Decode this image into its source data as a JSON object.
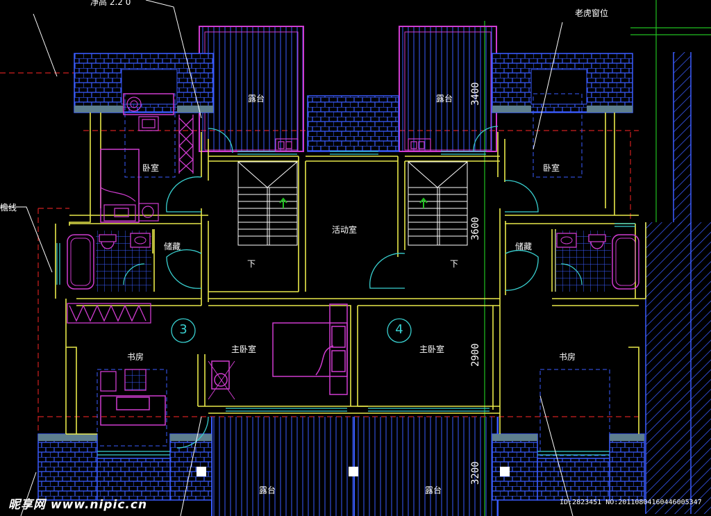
{
  "colors": {
    "wall": "#e8e84a",
    "furniture": "#d03cd0",
    "window": "#39d0d0",
    "hatch_blue": "#3a5cff",
    "dashed_red": "#d02020",
    "axis_green": "#20c020",
    "text": "#ffffff",
    "background": "#000000"
  },
  "labels": {
    "top_left_note": "净高    2.2    0",
    "dormer_note": "老虎窗位",
    "left_edge_note": "檐线",
    "balcony_top_left": "露台",
    "balcony_top_right": "露台",
    "balcony_bottom_left": "露台",
    "balcony_bottom_right": "露台",
    "bedroom_left": "卧室",
    "bedroom_right": "卧室",
    "storage_left": "储藏",
    "storage_right": "储藏",
    "activity_room": "活动室",
    "stair_down_left": "下",
    "stair_down_right": "下",
    "study_left": "书房",
    "study_right": "书房",
    "master_left": "主卧室",
    "master_right": "主卧室"
  },
  "unit_numbers": {
    "left": "3",
    "right": "4"
  },
  "dimensions": {
    "d1": "3400",
    "d2": "3600",
    "d3": "2900",
    "d4": "3200"
  },
  "watermark": {
    "brand": "昵享网 www.nipic.cn",
    "id": "ID:2823451 NO:20110804160446005347"
  }
}
